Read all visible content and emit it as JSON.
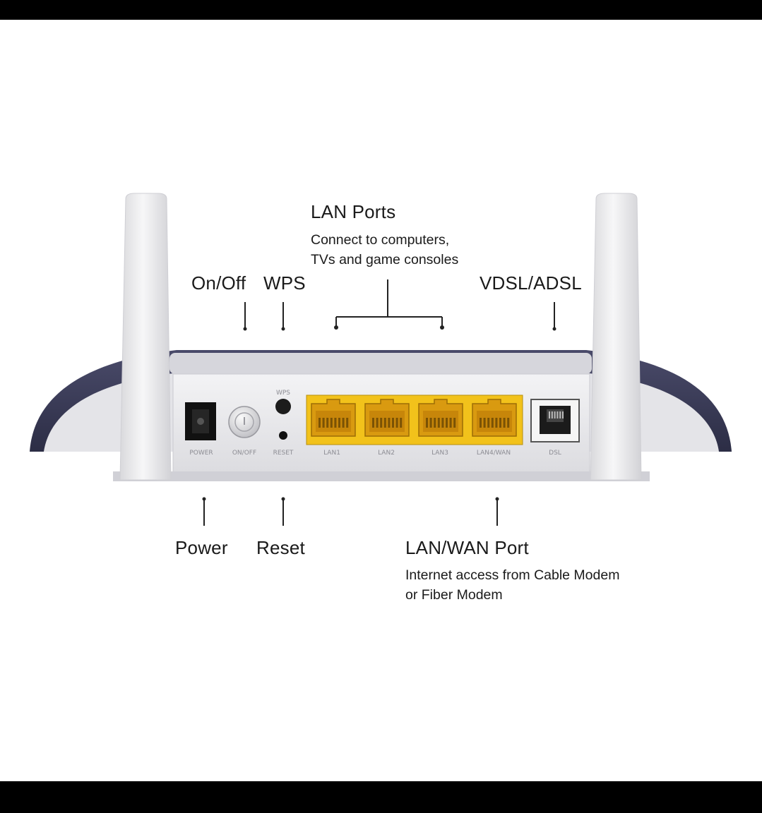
{
  "callouts": {
    "lan_ports": {
      "title": "LAN Ports",
      "desc_line1": "Connect to computers,",
      "desc_line2": "TVs and game consoles"
    },
    "on_off": {
      "title": "On/Off"
    },
    "wps": {
      "title": "WPS"
    },
    "vdsl_adsl": {
      "title": "VDSL/ADSL"
    },
    "power": {
      "title": "Power"
    },
    "reset": {
      "title": "Reset"
    },
    "lan_wan": {
      "title": "LAN/WAN Port",
      "desc_line1": "Internet access from Cable Modem",
      "desc_line2": "or Fiber Modem"
    }
  },
  "panel_labels": {
    "power": "POWER",
    "on_off": "ON/OFF",
    "wps": "WPS",
    "reset": "RESET",
    "lan1": "LAN1",
    "lan2": "LAN2",
    "lan3": "LAN3",
    "lan4_wan": "LAN4/WAN",
    "dsl": "DSL"
  },
  "colors": {
    "port_panel": "#f2c21b",
    "body_dark": "#3a3a55",
    "body_light": "#e9e9ec",
    "antenna": "#f1f1f1"
  }
}
